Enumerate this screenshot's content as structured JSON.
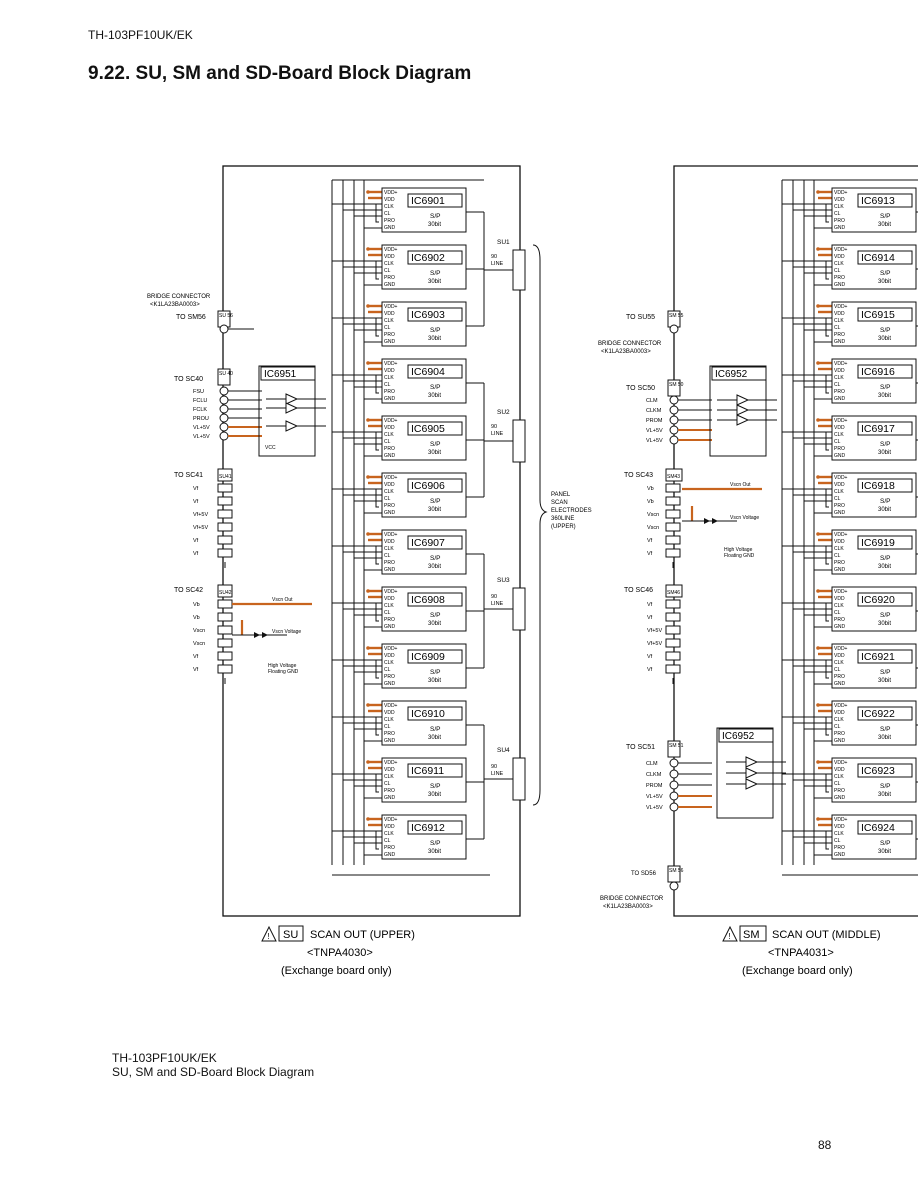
{
  "header": {
    "model": "TH-103PF10UK/EK",
    "title": "9.22. SU, SM and SD-Board Block Diagram"
  },
  "footer": {
    "model": "TH-103PF10UK/EK",
    "subtitle": "SU, SM and SD-Board Block Diagram",
    "page": "88"
  },
  "chip_pins": [
    "VDD+",
    "VDD",
    "CLK",
    "CL",
    "PRO",
    "GND"
  ],
  "chip_labels": {
    "function": "S/P",
    "bits": "30bit"
  },
  "colors": {
    "line": "#111111",
    "highlight": "#c8641e"
  },
  "su_board": {
    "ics": [
      "IC6901",
      "IC6902",
      "IC6903",
      "IC6904",
      "IC6905",
      "IC6906",
      "IC6907",
      "IC6908",
      "IC6909",
      "IC6910",
      "IC6911",
      "IC6912"
    ],
    "buffer_ic": "IC6951",
    "bridge_connector": "BRIDGE CONNECTOR",
    "bridge_part": "<K1LA23BA0003>",
    "to_sm56": "TO SM56",
    "conn_su56": "SU 56",
    "to_sc40": "TO SC40",
    "conn_su40": "SU 40",
    "to_sc41": "TO SC41",
    "conn_su41": "SU41",
    "to_sc42": "TO SC42",
    "conn_su42": "SU42",
    "sc40_signals": [
      "FSU",
      "FCLU",
      "FCLK",
      "PROU",
      "VL+5V",
      "VL+5V"
    ],
    "sc41_signals": [
      "Vf",
      "Vf",
      "Vf+5V",
      "Vf+5V",
      "Vf",
      "Vf"
    ],
    "sc42_signals": [
      "Vb",
      "Vb",
      "Vscn",
      "Vscn",
      "Vf",
      "Vf"
    ],
    "vscn_out": "Vscn Out",
    "vscn_voltage": "Vscn Voltage",
    "hv_gnd": [
      "High Voltage",
      "Floating GND"
    ],
    "vcc": "VCC",
    "line_groups": [
      "SU1",
      "SU2",
      "SU3",
      "SU4"
    ],
    "lines_label": [
      "90",
      "LINE"
    ],
    "panel_label": [
      "PANEL",
      "SCAN",
      "ELECTRODES",
      "360LINE",
      "(UPPER)"
    ],
    "caption_code": "SU",
    "caption_title": "SCAN OUT (UPPER)",
    "caption_part": "<TNPA4030>",
    "caption_note": "(Exchange board only)"
  },
  "sm_board": {
    "ics": [
      "IC6913",
      "IC6914",
      "IC6915",
      "IC6916",
      "IC6917",
      "IC6918",
      "IC6919",
      "IC6920",
      "IC6921",
      "IC6922",
      "IC6923",
      "IC6924"
    ],
    "buffer_ic": "IC6952",
    "buffer_ic_2": "IC6952",
    "to_su55": "TO SU55",
    "conn_sm55": "SM 55",
    "bridge_connector": "BRIDGE CONNECTOR",
    "bridge_part": "<K1LA23BA0003>",
    "to_sc50": "TO SC50",
    "conn_sm50": "SM 50",
    "sc50_signals": [
      "CLM",
      "CLKM",
      "PROM",
      "VL+5V",
      "VL+5V"
    ],
    "to_sc43": "TO SC43",
    "conn_sm43": "SM43",
    "sc43_signals": [
      "Vb",
      "Vb",
      "Vscn",
      "Vscn",
      "Vf",
      "Vf"
    ],
    "to_sc46": "TO SC46",
    "conn_sm46": "SM46",
    "sc46_signals": [
      "Vf",
      "Vf",
      "Vf+5V",
      "Vf+5V",
      "Vf",
      "Vf"
    ],
    "to_sc51": "TO SC51",
    "conn_sm51": "SM 51",
    "sc51_signals": [
      "CLM",
      "CLKM",
      "PROM",
      "VL+5V",
      "VL+5V"
    ],
    "to_sd56": "TO SD56",
    "conn_sm56": "SM 56",
    "bridge_connector_2": "BRIDGE CONNECTOR",
    "bridge_part_2": "<K1LA23BA0003>",
    "vscn_out": "Vscn Out",
    "vscn_voltage": "Vscn Voltage",
    "hv_gnd": [
      "High Voltage",
      "Floating GND"
    ],
    "caption_code": "SM",
    "caption_title": "SCAN OUT (MIDDLE)",
    "caption_part": "<TNPA4031>",
    "caption_note": "(Exchange board only)"
  }
}
